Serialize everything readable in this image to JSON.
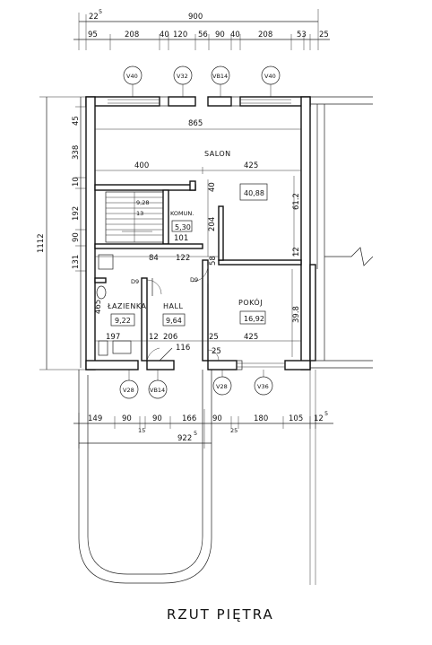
{
  "title": "RZUT PIĘTRA",
  "top_dims": {
    "overall": "900",
    "left_offset": "22",
    "left_offset_sup": "5",
    "segments": [
      "95",
      "208",
      "40",
      "120",
      "56",
      "90",
      "40",
      "208",
      "53",
      "25"
    ]
  },
  "bottom_dims": {
    "segments": [
      "149",
      "90",
      "15",
      "90",
      "166",
      "90",
      "25",
      "180",
      "105",
      "12"
    ],
    "last_sup": "5",
    "overall": "922",
    "overall_sup": "5"
  },
  "left_dims": {
    "overall": "1112",
    "segments": [
      "45",
      "338",
      "10",
      "192",
      "90",
      "131",
      "465"
    ]
  },
  "inner_dims": [
    "865",
    "400",
    "425",
    "40",
    "204",
    "61.2",
    "12",
    "58",
    "84",
    "122",
    "101",
    "12",
    "206",
    "25",
    "425",
    "197",
    "116",
    "25",
    "39.8"
  ],
  "rooms": [
    {
      "name": "SALON",
      "area": "40,88"
    },
    {
      "name": "KOMUN.",
      "area": "5,30"
    },
    {
      "name": "ŁAZIENKA",
      "area": "9,22"
    },
    {
      "name": "HALL",
      "area": "9,64"
    },
    {
      "name": "POKÓJ",
      "area": "16,92"
    }
  ],
  "stair_area": "9,28",
  "stair_label": "13",
  "door_tags": [
    "D9",
    "D9"
  ],
  "window_tags_top": [
    "V40",
    "V32",
    "VB14",
    "V40"
  ],
  "window_tags_bottom": [
    "V28",
    "VB14",
    "V28",
    "V36"
  ]
}
